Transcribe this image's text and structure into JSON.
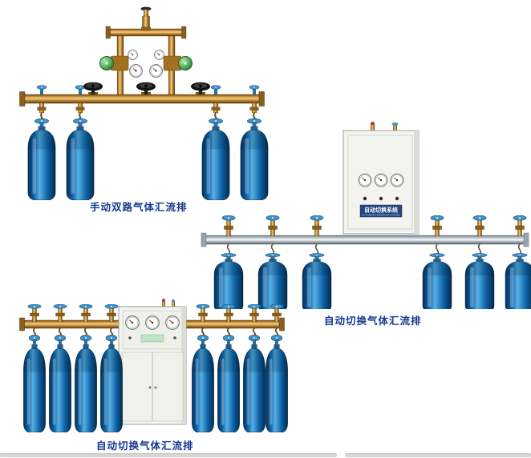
{
  "page": {
    "background": "#ffffff",
    "language": "zh-CN"
  },
  "colors": {
    "caption_text": "#15388f",
    "cylinder_blue": "#0d62a6",
    "brass_pipe": "#c8913a",
    "aluminum_pipe": "#c6cfd4",
    "cabinet_body": "#f3f4f0"
  },
  "figures": {
    "manual_dual": {
      "caption": "手动双路气体汇流排",
      "cylinders": 4
    },
    "auto_wall": {
      "caption": "自动切换气体汇流排",
      "cylinders": 6,
      "cabinet_label": "自动切换系统",
      "cabinet_sublabel": "AUTOMATIC MANIFOLD SYSTEM"
    },
    "auto_floor": {
      "caption": "自动切换气体汇流排",
      "cylinders": 8
    }
  }
}
